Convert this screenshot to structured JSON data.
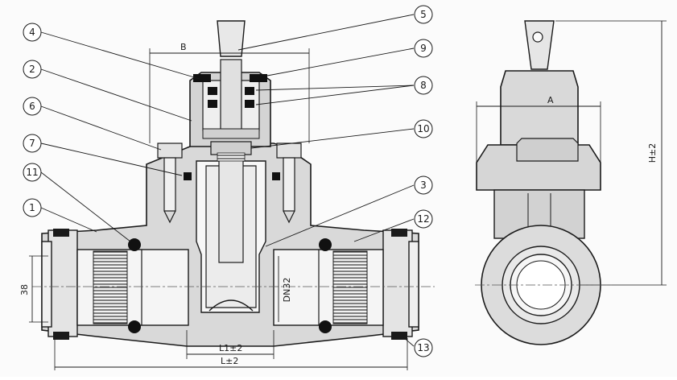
{
  "callouts": [
    "1",
    "2",
    "3",
    "4",
    "5",
    "6",
    "7",
    "8",
    "9",
    "10",
    "11",
    "12",
    "13"
  ],
  "dimensions": {
    "B": "B",
    "A": "A",
    "H": "H±2",
    "L": "L±2",
    "L1": "L1±2",
    "d38": "38",
    "DN": "DN32"
  },
  "colors": {
    "ink": "#1a1a1a",
    "body_fill": "#d9d9d9",
    "gasket": "#111111",
    "background": "#fbfbfb"
  }
}
